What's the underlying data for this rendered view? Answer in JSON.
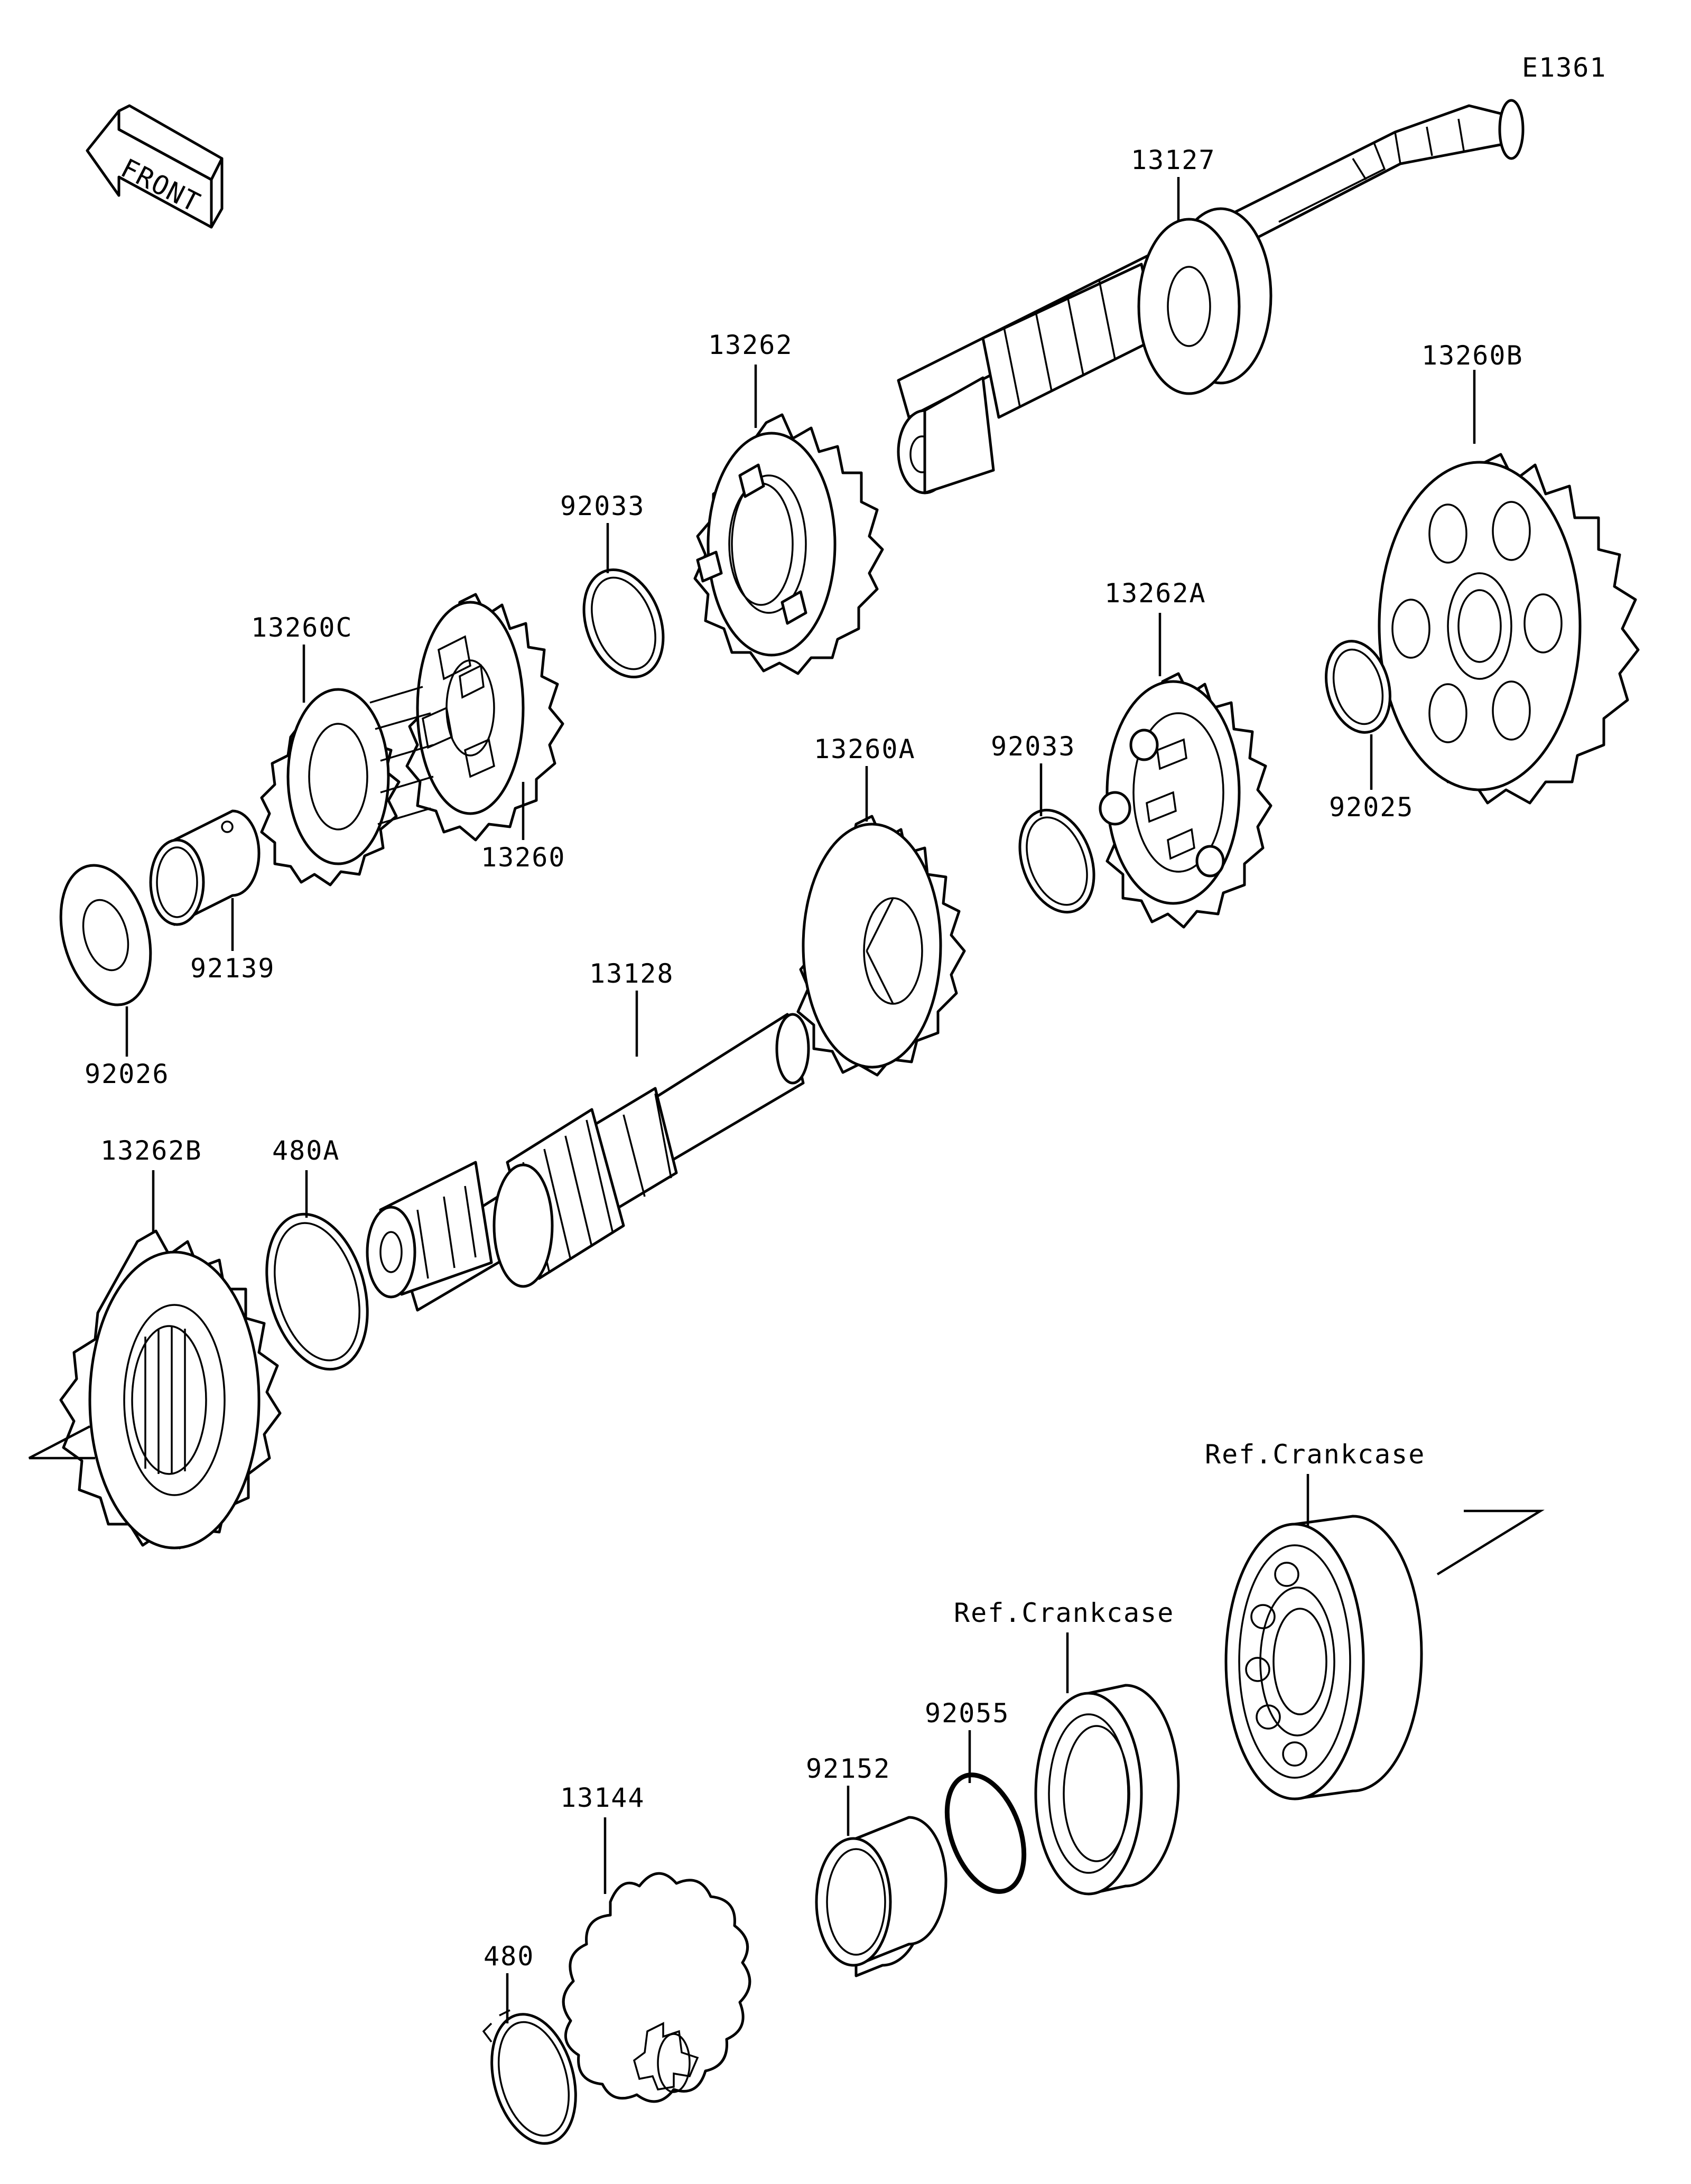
{
  "diagram": {
    "code": "E1361",
    "front_label": "FRONT",
    "callouts": [
      {
        "id": "13127",
        "label": "13127"
      },
      {
        "id": "13262",
        "label": "13262"
      },
      {
        "id": "13260B",
        "label": "13260B"
      },
      {
        "id": "92033a",
        "label": "92033"
      },
      {
        "id": "13260C",
        "label": "13260C"
      },
      {
        "id": "13260",
        "label": "13260"
      },
      {
        "id": "13262A",
        "label": "13262A"
      },
      {
        "id": "92025",
        "label": "92025"
      },
      {
        "id": "13260A",
        "label": "13260A"
      },
      {
        "id": "92033b",
        "label": "92033"
      },
      {
        "id": "92139",
        "label": "92139"
      },
      {
        "id": "92026",
        "label": "92026"
      },
      {
        "id": "13128",
        "label": "13128"
      },
      {
        "id": "13262B",
        "label": "13262B"
      },
      {
        "id": "480A",
        "label": "480A"
      },
      {
        "id": "ref1",
        "label": "Ref.Crankcase"
      },
      {
        "id": "ref2",
        "label": "Ref.Crankcase"
      },
      {
        "id": "92055",
        "label": "92055"
      },
      {
        "id": "92152",
        "label": "92152"
      },
      {
        "id": "13144",
        "label": "13144"
      },
      {
        "id": "480",
        "label": "480"
      }
    ]
  }
}
